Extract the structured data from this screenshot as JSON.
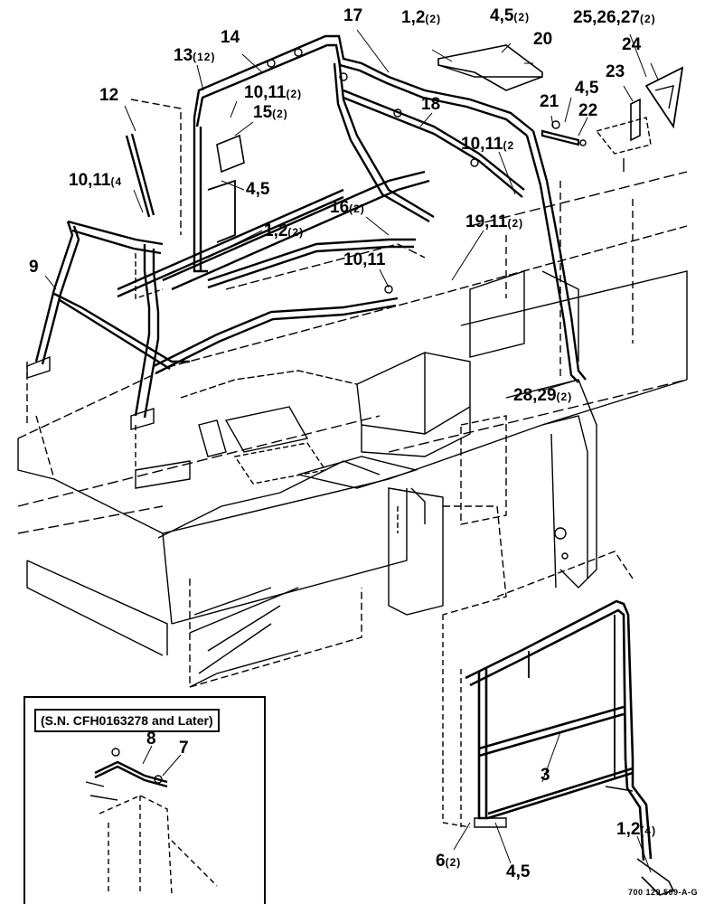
{
  "callouts": [
    {
      "id": "c17",
      "label": "17",
      "qty": ""
    },
    {
      "id": "c12a",
      "label": "1,2",
      "qty": "(2)"
    },
    {
      "id": "c45a",
      "label": "4,5",
      "qty": "(2)"
    },
    {
      "id": "c252627",
      "label": "25,26,27",
      "qty": "(2)"
    },
    {
      "id": "c14",
      "label": "14",
      "qty": ""
    },
    {
      "id": "c20",
      "label": "20",
      "qty": ""
    },
    {
      "id": "c24",
      "label": "24",
      "qty": ""
    },
    {
      "id": "c13",
      "label": "13",
      "qty": "(12)"
    },
    {
      "id": "c23",
      "label": "23",
      "qty": ""
    },
    {
      "id": "c12",
      "label": "12",
      "qty": ""
    },
    {
      "id": "c1011a",
      "label": "10,11",
      "qty": "(2)"
    },
    {
      "id": "c18",
      "label": "18",
      "qty": ""
    },
    {
      "id": "c21",
      "label": "21",
      "qty": ""
    },
    {
      "id": "c45b",
      "label": "4,5",
      "qty": ""
    },
    {
      "id": "c15",
      "label": "15",
      "qty": "(2)"
    },
    {
      "id": "c22",
      "label": "22",
      "qty": ""
    },
    {
      "id": "c1011b",
      "label": "10,11",
      "qty": "(2"
    },
    {
      "id": "c1011c",
      "label": "10,11",
      "qty": "(4"
    },
    {
      "id": "c45c",
      "label": "4,5",
      "qty": ""
    },
    {
      "id": "c16",
      "label": "16",
      "qty": "(2)"
    },
    {
      "id": "c1911",
      "label": "19,11",
      "qty": "(2)"
    },
    {
      "id": "c12b",
      "label": "1,2",
      "qty": "(2)"
    },
    {
      "id": "c9",
      "label": "9",
      "qty": ""
    },
    {
      "id": "c1011d",
      "label": "10,11",
      "qty": ""
    },
    {
      "id": "c2829",
      "label": "28,29",
      "qty": "(2)"
    },
    {
      "id": "c8",
      "label": "8",
      "qty": ""
    },
    {
      "id": "c7",
      "label": "7",
      "qty": ""
    },
    {
      "id": "c3",
      "label": "3",
      "qty": ""
    },
    {
      "id": "c12c",
      "label": "1,2",
      "qty": "(4)"
    },
    {
      "id": "c6",
      "label": "6",
      "qty": "(2)"
    },
    {
      "id": "c45d",
      "label": "4,5",
      "qty": ""
    }
  ],
  "inset": {
    "title": "(S.N. CFH0163278 and Later)"
  },
  "drawing_number": "700 129 509-A-G"
}
